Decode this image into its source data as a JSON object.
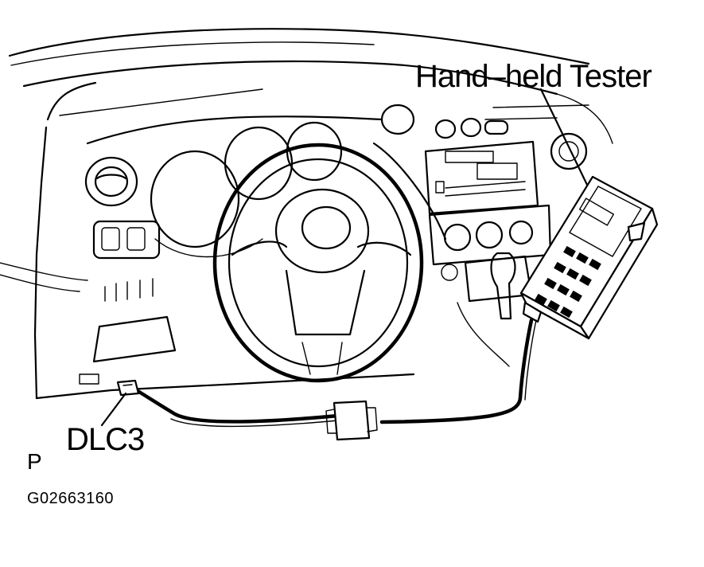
{
  "labels": {
    "tester": "Hand–held Tester",
    "connector": "DLC3",
    "view_letter": "P",
    "figure_code": "G02663160"
  }
}
